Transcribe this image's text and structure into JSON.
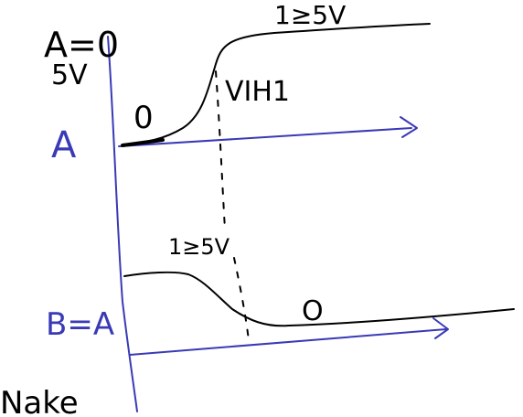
{
  "labels": {
    "a_eq_0": "A=0",
    "five_v": "5V",
    "input_a": "A",
    "zero_top": "0",
    "high_top": "1≥5V",
    "vih": "VIH1",
    "high_bottom": "1≥5V",
    "output_b": "B=A",
    "zero_bottom": "O",
    "bottom_text": "Nake"
  },
  "colors": {
    "ink": "#000000",
    "axis_blue": "#3a3ab6"
  }
}
